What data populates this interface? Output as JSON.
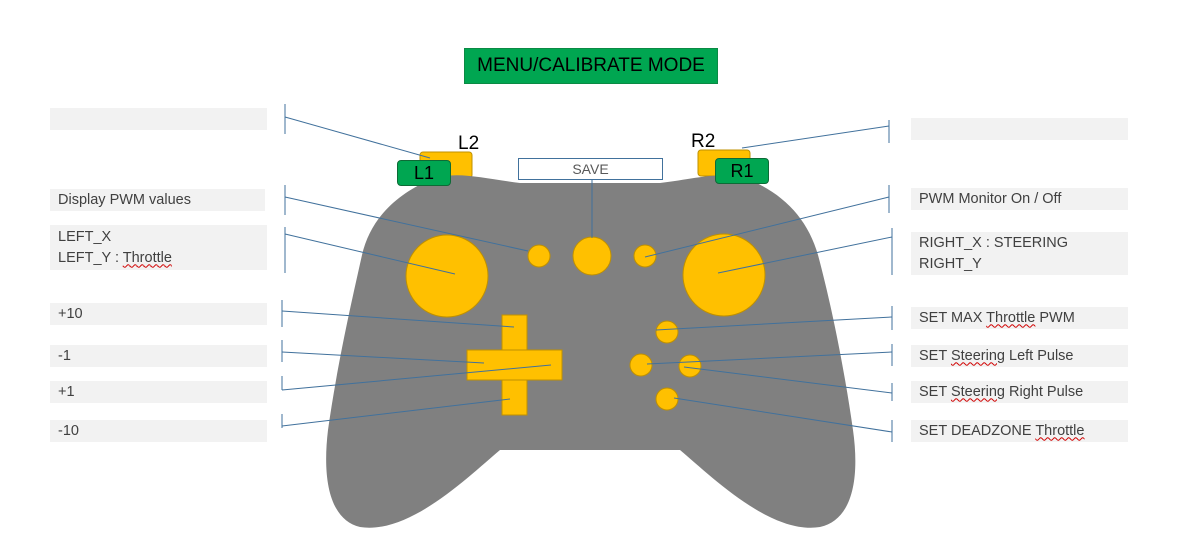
{
  "title": "MENU/CALIBRATE MODE",
  "save_label": "SAVE",
  "shoulders": {
    "l2": "L2",
    "r2": "R2",
    "l1": "L1",
    "r1": "R1"
  },
  "left_labels": {
    "top_blank": "",
    "display_pwm": "Display PWM values",
    "left_x": "LEFT_X",
    "left_y_prefix": "LEFT_Y : ",
    "left_y_word": "Throttle",
    "plus10": "+10",
    "minus1": "-1",
    "plus1": "+1",
    "minus10": "-10"
  },
  "right_labels": {
    "top_blank": "",
    "pwm_monitor": "PWM Monitor On / Off",
    "right_x": "RIGHT_X : STEERING",
    "right_y": "RIGHT_Y",
    "set_max_prefix": "SET MAX ",
    "set_max_word": "Throttle",
    "set_max_suffix": " PWM",
    "steer_left_prefix": "SET ",
    "steer_left_word": "Steering",
    "steer_left_suffix": " Left Pulse",
    "steer_right_prefix": "SET ",
    "steer_right_word": "Steering",
    "steer_right_suffix": " Right Pulse",
    "deadzone_prefix": "SET DEADZONE ",
    "deadzone_word": "Throttle"
  },
  "colors": {
    "body": "#808080",
    "button": "#ffc000",
    "button_stroke": "#bf9000",
    "bumper": "#00a651",
    "line": "#41719c",
    "label_bg": "#f2f2f2"
  }
}
